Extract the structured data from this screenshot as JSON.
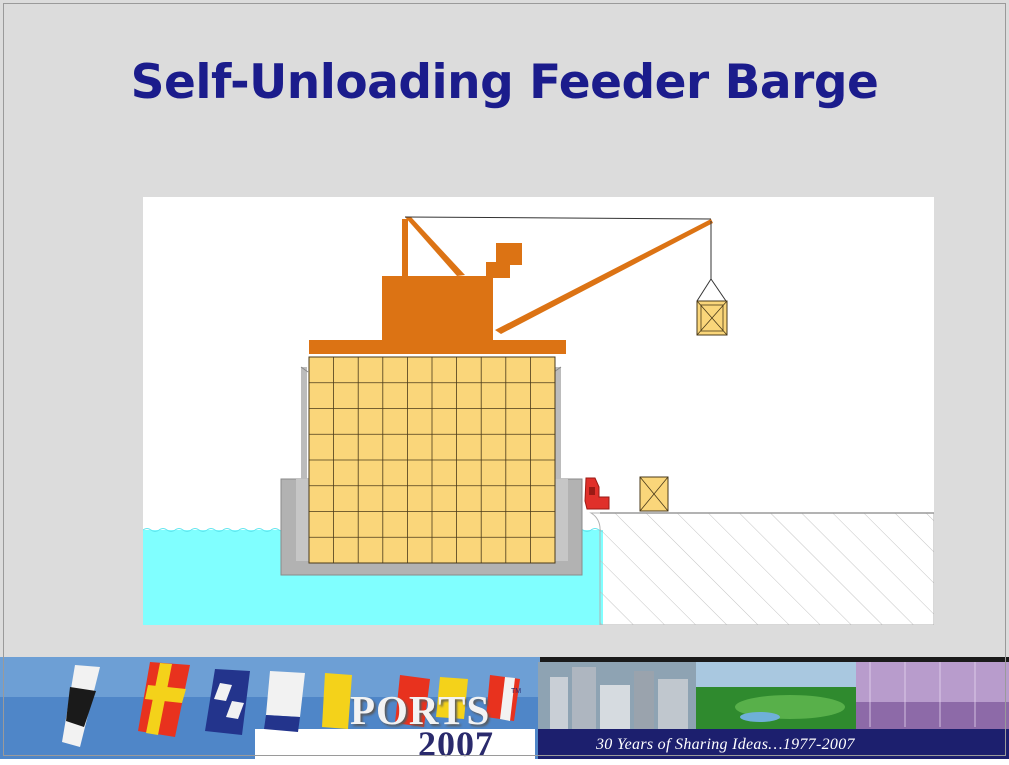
{
  "slide": {
    "title": "Self-Unloading Feeder Barge"
  },
  "diagram": {
    "colors": {
      "crane": "#dc7314",
      "container": "#fad67a",
      "container_grid": "#4a3a1a",
      "hull": "#b2b2b2",
      "water": "#80ffff",
      "quay_hatch": "#c4c4c4",
      "bollard": "#e0302a"
    },
    "container_stack": {
      "columns": 10,
      "rows": 8
    }
  },
  "banner": {
    "logo_word": "PORTS",
    "logo_year": "2007",
    "trademark": "TM",
    "tagline": "30 Years of Sharing Ideas…1977-2007"
  }
}
